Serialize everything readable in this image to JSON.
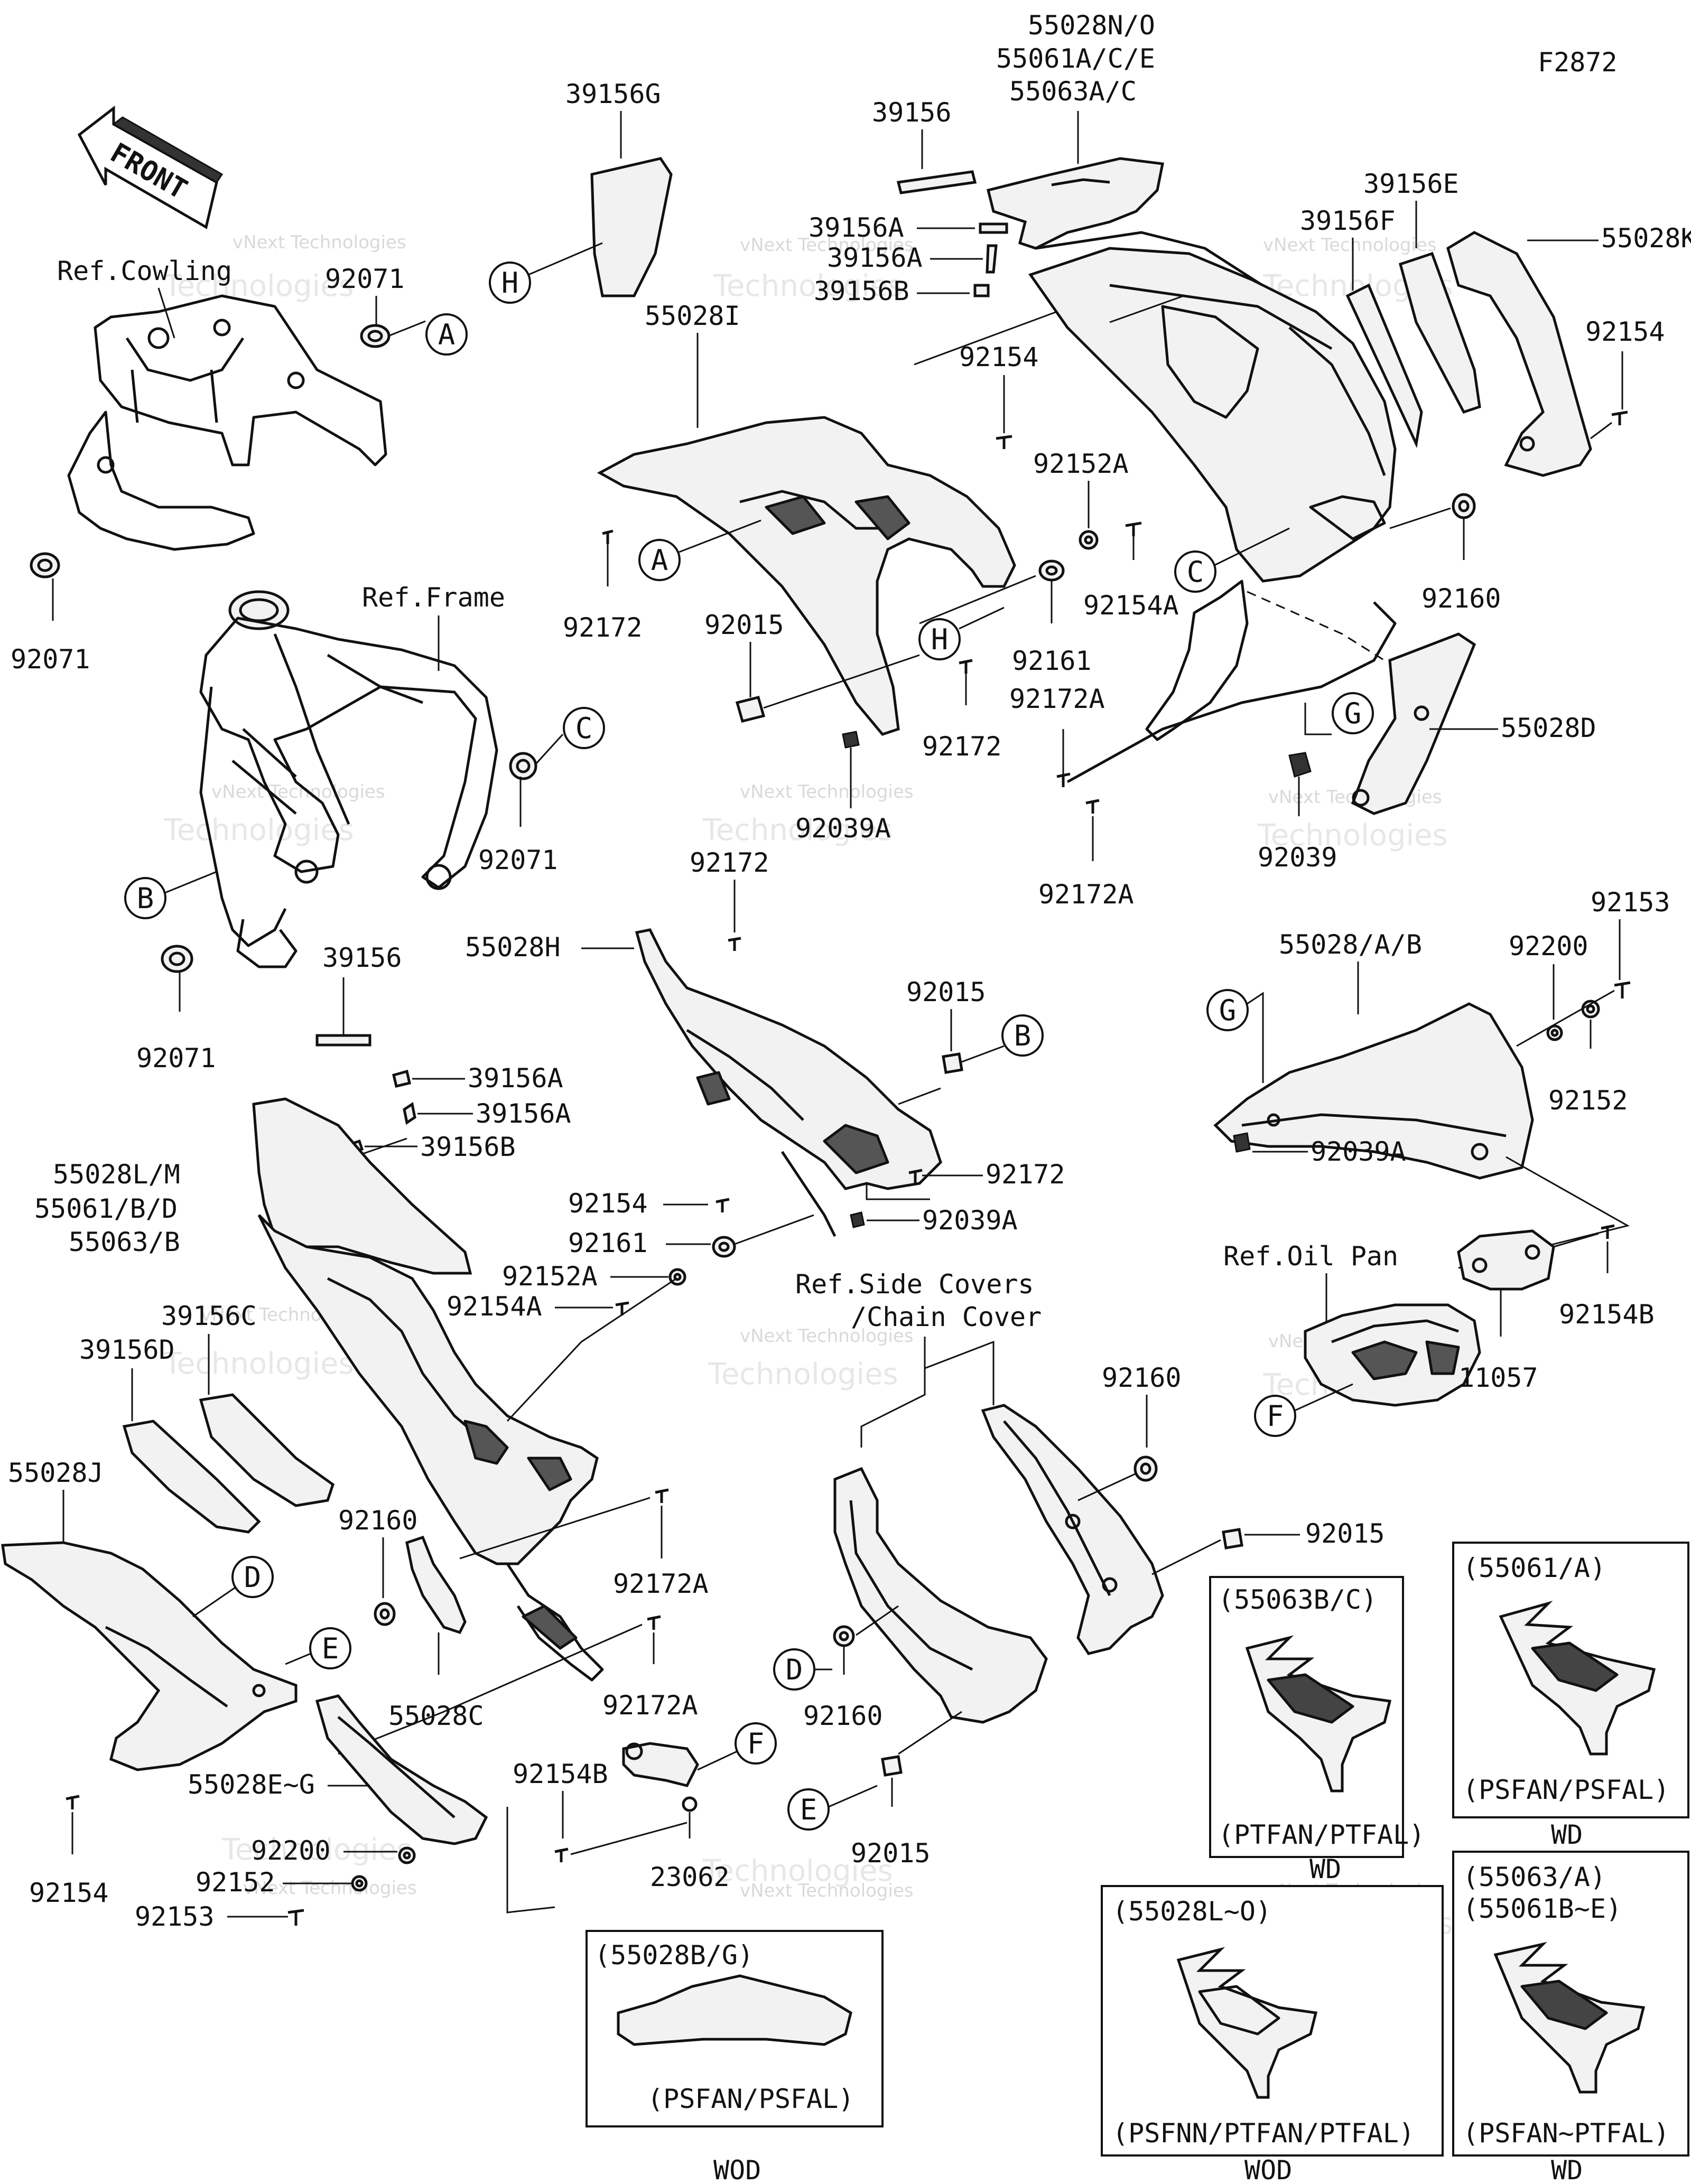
{
  "figure_id": "F2872",
  "front_arrow": "FRONT",
  "watermark": {
    "line1": "vNext Technologies",
    "line2": "Technologies"
  },
  "refs": {
    "cowling": "Ref.Cowling",
    "frame": "Ref.Frame",
    "oil_pan": "Ref.Oil Pan",
    "side_covers_1": "Ref.Side Covers",
    "side_covers_2": "/Chain Cover"
  },
  "callout_letters": [
    "A",
    "B",
    "C",
    "D",
    "E",
    "F",
    "G",
    "H"
  ],
  "parts": {
    "p_39156G": "39156G",
    "p_55028NO": "55028N/O",
    "p_55061ACE": "55061A/C/E",
    "p_55063AC": "55063A/C",
    "p_39156_top": "39156",
    "p_39156A_top1": "39156A",
    "p_39156A_top2": "39156A",
    "p_39156B_top": "39156B",
    "p_39156E": "39156E",
    "p_39156F": "39156F",
    "p_55028K": "55028K",
    "p_92154_tr": "92154",
    "p_92071_a": "92071",
    "p_92071_b": "92071",
    "p_92071_c": "92071",
    "p_92071_d": "92071",
    "p_55028I": "55028I",
    "p_92154_mid": "92154",
    "p_92152A_mid": "92152A",
    "p_92172_a": "92172",
    "p_92015_a": "92015",
    "p_92154A_mid": "92154A",
    "p_92161_mid": "92161",
    "p_92160_mid": "92160",
    "p_92172A_a": "92172A",
    "p_92172_b": "92172",
    "p_55028D": "55028D",
    "p_92039A_a": "92039A",
    "p_92039": "92039",
    "p_92172A_b": "92172A",
    "p_92172_c": "92172",
    "p_39156_mid": "39156",
    "p_55028H": "55028H",
    "p_39156A_mid1": "39156A",
    "p_39156A_mid2": "39156A",
    "p_39156B_mid": "39156B",
    "p_92015_b": "92015",
    "p_92172_d": "92172",
    "p_55028LM": "55028L/M",
    "p_55061BD": "55061/B/D",
    "p_55063B": "55063/B",
    "p_92154_b": "92154",
    "p_92039A_b": "92039A",
    "p_92161_b": "92161",
    "p_92152A_b": "92152A",
    "p_92154A_b": "92154A",
    "p_92153_r": "92153",
    "p_55028AB": "55028/A/B",
    "p_92200_r": "92200",
    "p_92152_r": "92152",
    "p_92039A_r": "92039A",
    "p_92154B_r": "92154B",
    "p_11057": "11057",
    "p_39156C": "39156C",
    "p_39156D": "39156D",
    "p_55028J": "55028J",
    "p_92160_l": "92160",
    "p_92172A_c": "92172A",
    "p_55028C": "55028C",
    "p_92172A_d": "92172A",
    "p_92160_sc": "92160",
    "p_92015_sc": "92015",
    "p_92160_sc2": "92160",
    "p_92015_sc2": "92015",
    "p_55028EG": "55028E~G",
    "p_92154B_l": "92154B",
    "p_92200_l": "92200",
    "p_92152_l": "92152",
    "p_92153_l": "92153",
    "p_23062": "23062",
    "p_92154_bl": "92154"
  },
  "variant_boxes": [
    {
      "code": "(55063B/C)",
      "model": "(PTFAN/PTFAL)",
      "caption": "WD"
    },
    {
      "code": "(55061/A)",
      "model": "(PSFAN/PSFAL)",
      "caption": "WD"
    },
    {
      "code": "(55028L~O)",
      "model": "(PSFNN/PTFAN/PTFAL)",
      "caption": "WOD"
    },
    {
      "code1": "(55063/A)",
      "code2": "(55061B~E)",
      "model": "(PSFAN~PTFAL)",
      "caption": "WD"
    },
    {
      "code": "(55028B/G)",
      "model": "(PSFAN/PSFAL)",
      "caption": "WOD"
    }
  ]
}
